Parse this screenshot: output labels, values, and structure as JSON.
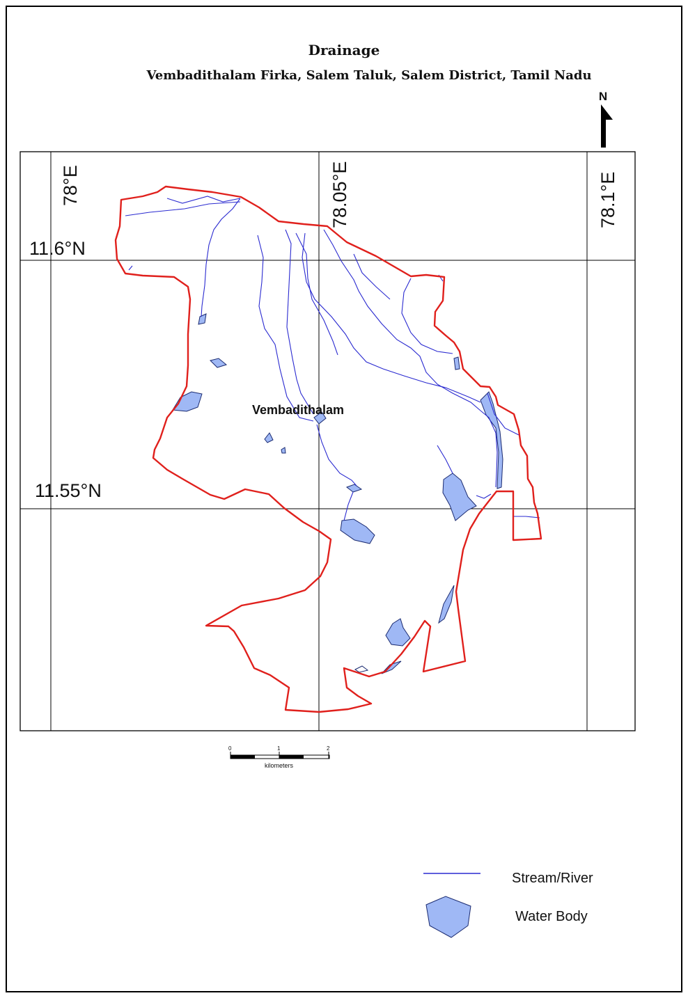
{
  "map": {
    "title": "Drainage",
    "subtitle": "Vembadithalam Firka,  Salem Taluk, Salem District, Tamil Nadu",
    "north_label": "N",
    "grid": {
      "lon_labels": [
        "78°E",
        "78.05°E",
        "78.1°E"
      ],
      "lat_labels": [
        "11.6°N",
        "11.55°N"
      ]
    },
    "place_label": "Vembadithalam",
    "scale_bar": {
      "ticks": [
        "0",
        "1",
        "2"
      ],
      "unit": "kilometers"
    },
    "legend": {
      "items": [
        {
          "label": "Stream/River",
          "symbol": "line",
          "color": "#2a2ad0"
        },
        {
          "label": "Water Body",
          "symbol": "polygon",
          "color": "#9fb8f5"
        }
      ]
    },
    "colors": {
      "boundary": "#e0201c",
      "stream": "#2a2ad0",
      "water_fill": "#9fb8f5",
      "grid": "#000000"
    }
  }
}
